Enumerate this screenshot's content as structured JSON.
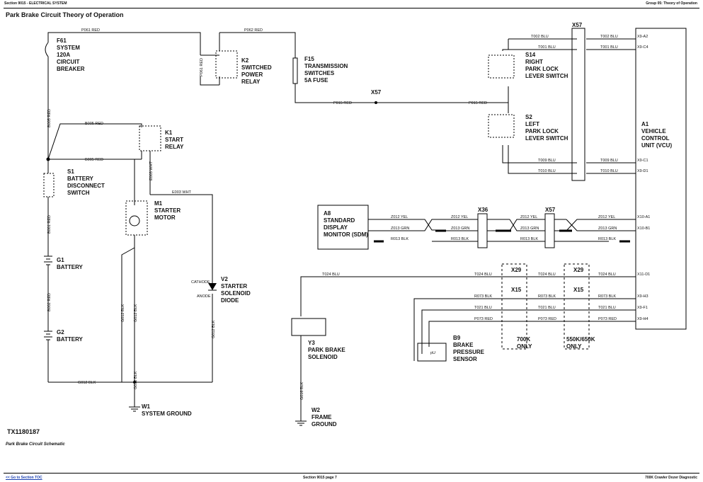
{
  "header": {
    "left": "Section 9015 - ELECTRICAL SYSTEM",
    "right": "Group 05: Theory of Operation",
    "title": "Park Brake Circuit Theory of Operation"
  },
  "footer": {
    "link": "<< Go to Section TOC",
    "page": "Section 9015 page 7",
    "manual": "700K Crawler Dozer Diagnostic"
  },
  "figure": {
    "id": "TX1180187",
    "caption": "Park Brake Circuit Schematic"
  },
  "components": {
    "f61": [
      "F61",
      "SYSTEM",
      "120A",
      "CIRCUIT",
      "BREAKER"
    ],
    "k2": [
      "K2",
      "SWITCHED",
      "POWER",
      "RELAY"
    ],
    "f15": [
      "F15",
      "TRANSMISSION",
      "SWITCHES",
      "5A FUSE"
    ],
    "s14": [
      "S14",
      "RIGHT",
      "PARK LOCK",
      "LEVER SWITCH"
    ],
    "s2": [
      "S2",
      "LEFT",
      "PARK LOCK",
      "LEVER SWITCH"
    ],
    "k1": [
      "K1",
      "START",
      "RELAY"
    ],
    "s1": [
      "S1",
      "BATTERY",
      "DISCONNECT",
      "SWITCH"
    ],
    "m1": [
      "M1",
      "STARTER",
      "MOTOR"
    ],
    "g1": [
      "G1",
      "BATTERY"
    ],
    "g2": [
      "G2",
      "BATTERY"
    ],
    "v2": [
      "V2",
      "STARTER",
      "SOLENOID",
      "DIODE"
    ],
    "w1": [
      "W1",
      "SYSTEM GROUND"
    ],
    "a8": [
      "A8",
      "STANDARD",
      "DISPLAY",
      "MONITOR (SDM)"
    ],
    "a1": [
      "A1",
      "VEHICLE",
      "CONTROL",
      "UNIT (VCU)"
    ],
    "y3": [
      "Y3",
      "PARK BRAKE",
      "SOLENOID"
    ],
    "w2": [
      "W2",
      "FRAME",
      "GROUND"
    ],
    "b9": [
      "B9",
      "BRAKE",
      "PRESSURE",
      "SENSOR"
    ]
  },
  "wires": {
    "p061": "P061 RED",
    "p062": "P062 RED",
    "p015": "P015 RED",
    "b005": "B005 RED",
    "e003": "E003 WHT",
    "b001": "B001 RED",
    "b002": "B002 RED",
    "g012": "G012 BLK",
    "t002": "T002 BLU",
    "t001": "T001 BLU",
    "t009": "T009 BLU",
    "t010": "T010 BLU",
    "z012": "Z012 YEL",
    "z013": "Z013 GRN",
    "r013": "R013 BLK",
    "t024": "T024 BLU",
    "r073": "R073 BLK",
    "t021": "T021 BLU",
    "p073": "P073 RED",
    "g016": "G016 BLK"
  },
  "connectors": {
    "x57": "X57",
    "x36": "X36",
    "x29": "X29",
    "x15": "X15",
    "note700": [
      "700K",
      "ONLY"
    ],
    "note550": [
      "550K/650K",
      "ONLY"
    ]
  },
  "vcu_pins": {
    "a2": "X9-A2",
    "c4": "X9-C4",
    "c1": "X9-C1",
    "d1": "X9-D1",
    "x10a1": "X10-A1",
    "x10b1": "X10-B1",
    "x11d1": "X11-D1",
    "h3": "X9-H3",
    "f1": "X9-F1",
    "h4": "X9-H4"
  },
  "pins": {
    "cathode": "CATHODE",
    "anode": "ANODE",
    "pu": "pU"
  }
}
